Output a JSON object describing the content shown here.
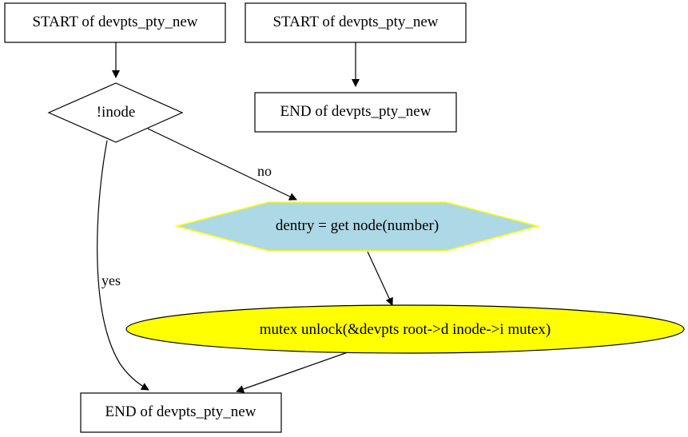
{
  "nodes": {
    "start_1": {
      "text": "START of devpts_pty_new",
      "shape": "box"
    },
    "start_2": {
      "text": "START of devpts_pty_new",
      "shape": "box"
    },
    "inode_decision": {
      "text": "!inode",
      "shape": "diamond"
    },
    "end_top": {
      "text": "END of devpts_pty_new",
      "shape": "box"
    },
    "dentry_assign": {
      "text": "dentry = get  node(number)",
      "shape": "hexagon",
      "fill": "#add8e6",
      "stroke": "#ffff00"
    },
    "mutex_unlock": {
      "text": "mutex  unlock(&devpts  root->d  inode->i  mutex)",
      "shape": "ellipse",
      "fill": "#ffff00",
      "stroke": "#000000"
    },
    "end_bottom": {
      "text": "END of devpts_pty_new",
      "shape": "box"
    }
  },
  "edges": {
    "no_label": "no",
    "yes_label": "yes"
  }
}
